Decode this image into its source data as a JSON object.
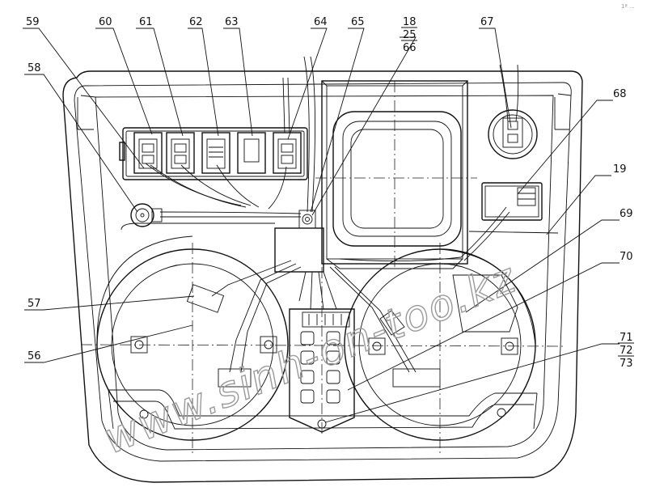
{
  "watermark": "www.sinh-on-too.kz",
  "corner_mark": "1ª ...",
  "callouts": {
    "c18": "18",
    "c25": "25",
    "c66": "66",
    "c19": "19",
    "c56": "56",
    "c57": "57",
    "c58": "58",
    "c59": "59",
    "c60": "60",
    "c61": "61",
    "c62": "62",
    "c63": "63",
    "c64": "64",
    "c65": "65",
    "c67": "67",
    "c68": "68",
    "c69": "69",
    "c70": "70",
    "c71": "71",
    "c72": "72",
    "c73": "73"
  }
}
